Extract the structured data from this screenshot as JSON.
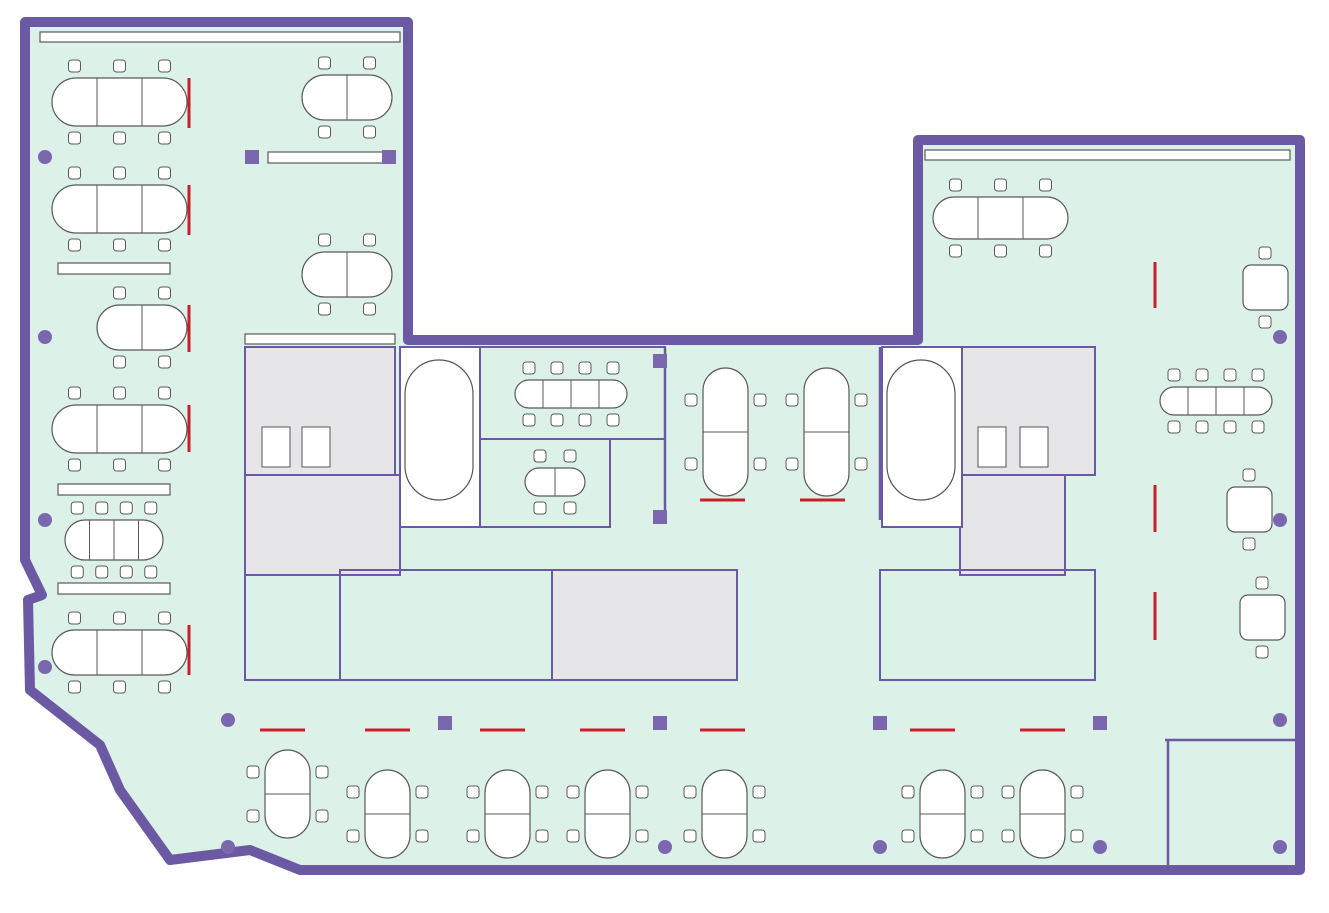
{
  "colors": {
    "floor": "#dcf1e8",
    "outer_wall": "#6b5aa3",
    "inner_wall": "#7a67ae",
    "column": "#7a67ae",
    "core_fill": "#e6e6e9",
    "partition": "#c8202a",
    "furniture_stroke": "#5a5a5a",
    "furniture_fill": "#ffffff"
  },
  "icons": [
    "desk-table",
    "office-chair",
    "stair",
    "elevator",
    "toilet",
    "sink",
    "column",
    "door-swing",
    "sofa",
    "plant"
  ]
}
